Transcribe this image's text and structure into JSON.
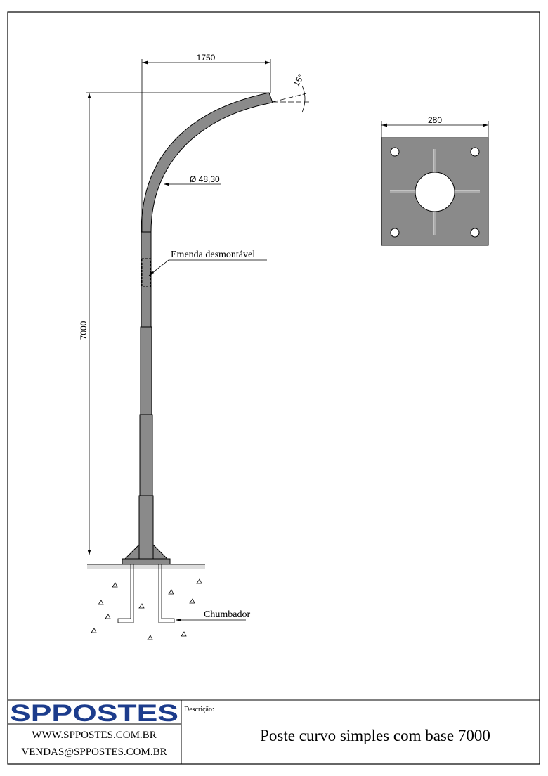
{
  "drawing": {
    "width_dim": "1750",
    "height_dim": "7000",
    "angle_dim": "15°",
    "diameter_label": "Ø 48,30",
    "joint_label": "Emenda desmontável",
    "anchor_label": "Chumbador",
    "plate_dim": "280",
    "pole_color": "#8a8a8a"
  },
  "title_block": {
    "logo_text": "SPPOSTES",
    "logo_color": "#1c3c8c",
    "website": "WWW.SPPOSTES.COM.BR",
    "email": "VENDAS@SPPOSTES.COM.BR",
    "description_label": "Descrição:",
    "description": "Poste curvo simples com base 7000"
  }
}
